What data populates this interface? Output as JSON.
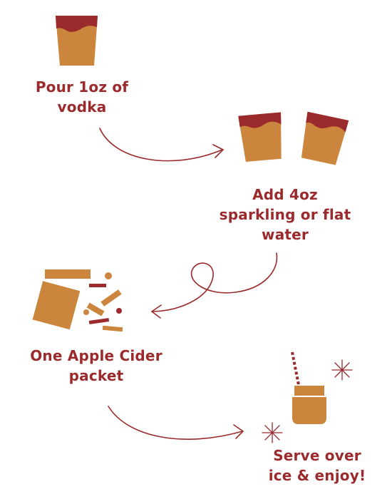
{
  "steps": [
    {
      "line1": "Pour 1oz of",
      "line2": "vodka"
    },
    {
      "line1": "Add 4oz",
      "line2": "sparkling or flat",
      "line3": "water"
    },
    {
      "line1": "One Apple Cider",
      "line2": "packet"
    },
    {
      "line1": "Serve over",
      "line2": "ice & enjoy!"
    }
  ],
  "colors": {
    "accent": "#9a2a2c",
    "drink": "#cc853c",
    "background": "#ffffff"
  },
  "icons": [
    "vodka-glass-icon",
    "water-glasses-icon",
    "cider-packet-icon",
    "mason-jar-icon",
    "sparkle-icon",
    "curved-arrow-icon"
  ]
}
